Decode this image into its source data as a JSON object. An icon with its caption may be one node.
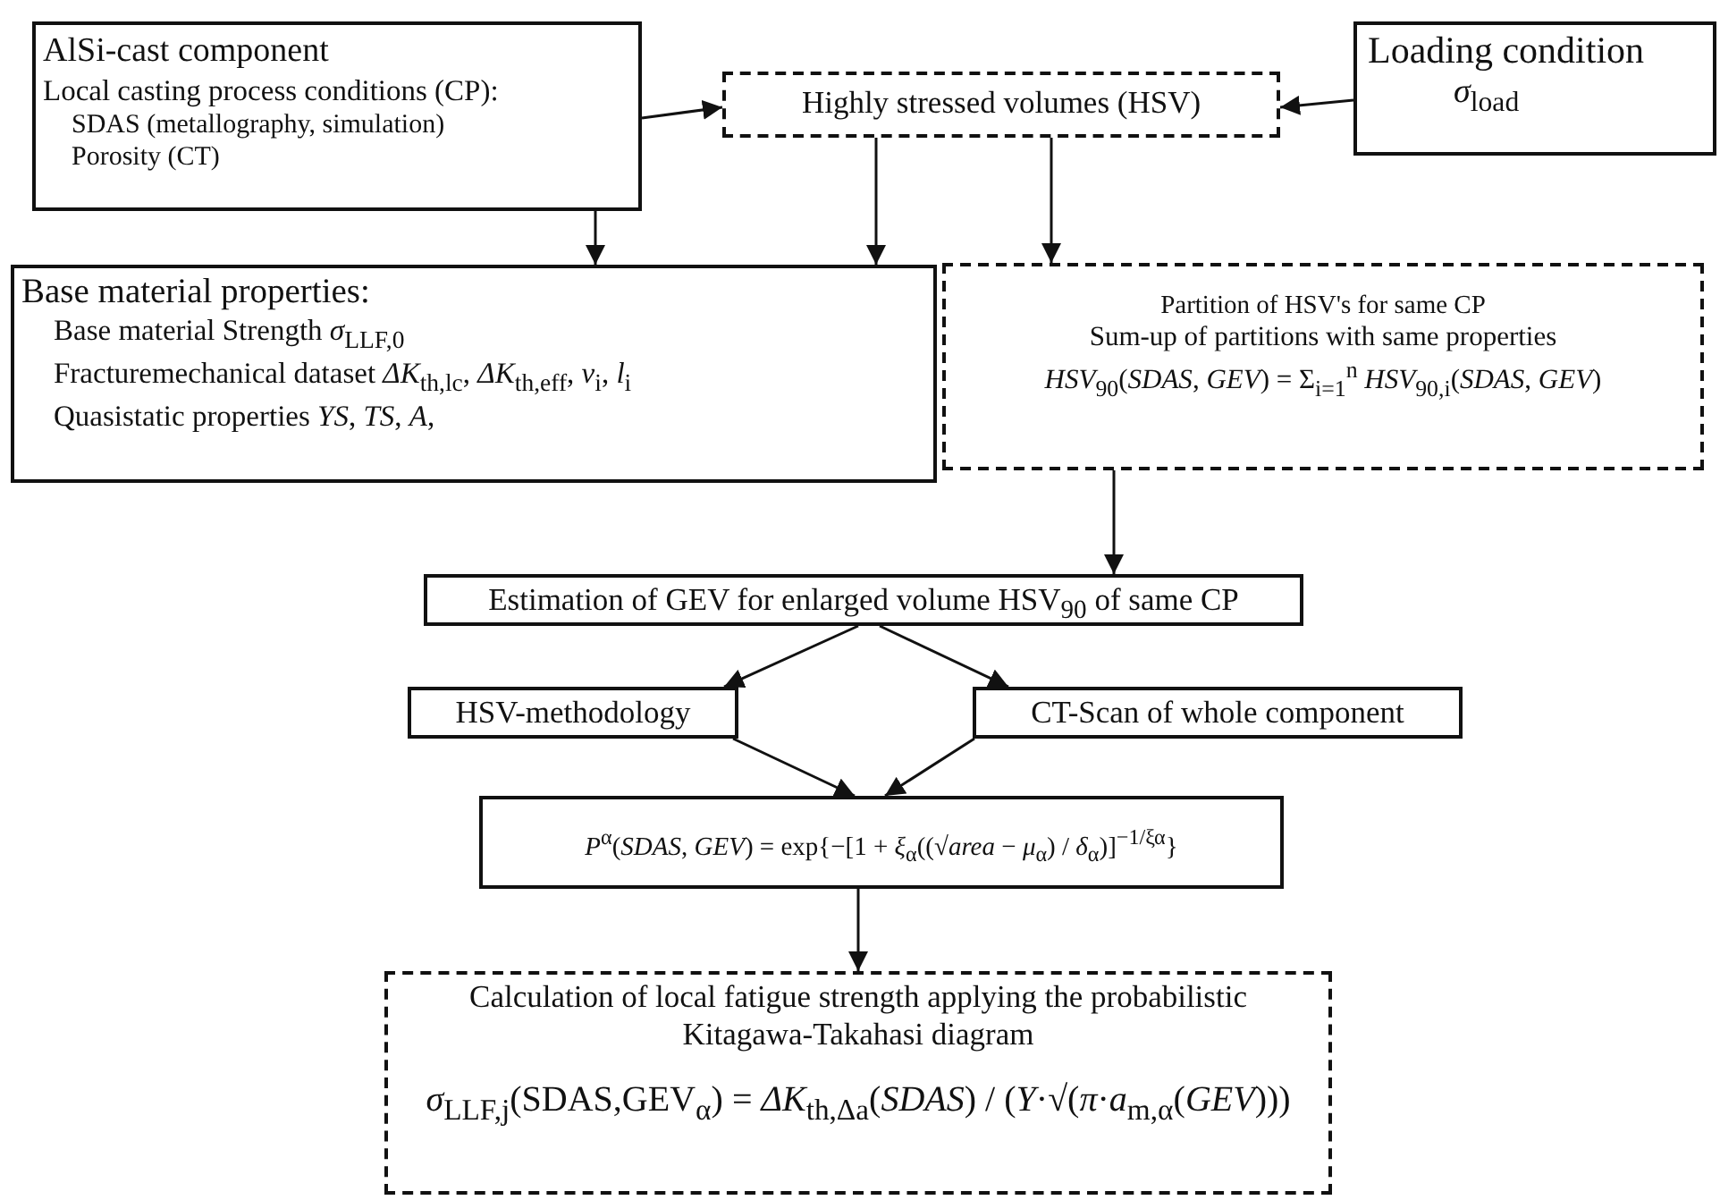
{
  "diagram": {
    "nodes": [
      {
        "text": [
          "AlSi-cast component",
          "Local casting process conditions (CP):",
          "SDAS (metallography, simulation)",
          "Porosity (CT)"
        ]
      },
      {
        "text": [
          "Highly  stressed volumes (HSV)"
        ]
      },
      {
        "text": [
          "Loading condition",
          "*σ*$_{load}$"
        ]
      },
      {
        "text": [
          "Base material properties:",
          "Base material Strength    *σ*$_{LLF,0}$",
          "Fracturemechanical dataset *ΔK*$_{th,lc}$, *ΔK*$_{th,eff}$, *ν*$_{i}$, *l*$_{i}$",
          "Quasistatic properties    *YS*, *TS*, *A*,"
        ]
      },
      {
        "text": [
          "Partition of HSV's for same CP",
          "Sum-up of partitions with same properties",
          "*HSV*$_{90}$(*SDAS*, *GEV*) = Σ$_{i=1}$$^{n}$ *HSV*$_{90,i}$(*SDAS*, *GEV*)"
        ]
      },
      {
        "text": [
          "Estimation of GEV for enlarged volume HSV$_{90}$ of same CP"
        ]
      },
      {
        "text": [
          "HSV-methodology"
        ]
      },
      {
        "text": [
          "CT-Scan of whole component"
        ]
      },
      {
        "text": [
          "*P*$^{α}$(*SDAS*, *GEV*) = exp{−[1 + *ξ*$_{α}$((√*area* − *μ*$_{α}$) / *δ*$_{α}$)]$^{−1/ξα}$}"
        ]
      },
      {
        "text": [
          "Calculation of local fatigue strength applying the probabilistic Kitagawa-Takahasi diagram",
          "*σ*$_{LLF,j}$(SDAS,GEV$_{α}$) = *ΔK*$_{th,Δa}$(*SDAS*) / (*Y*·√(*π*·*a*$_{m,α}$(*GEV*)))"
        ]
      }
    ],
    "edges": [
      {
        "from": 0,
        "to": 1,
        "arrow": "to"
      },
      {
        "from": 2,
        "to": 1,
        "arrow": "to"
      },
      {
        "from": 0,
        "to": 3,
        "arrow": "to"
      },
      {
        "from": 1,
        "to": 3,
        "arrow": "to"
      },
      {
        "from": 1,
        "to": 4,
        "arrow": "to"
      },
      {
        "from": 4,
        "to": 5,
        "arrow": "to"
      },
      {
        "from": 5,
        "to": 6,
        "arrow": "to"
      },
      {
        "from": 5,
        "to": 7,
        "arrow": "to"
      },
      {
        "from": 6,
        "to": 8,
        "arrow": "to"
      },
      {
        "from": 7,
        "to": 8,
        "arrow": "to"
      },
      {
        "from": 8,
        "to": 9,
        "arrow": "to"
      }
    ]
  }
}
